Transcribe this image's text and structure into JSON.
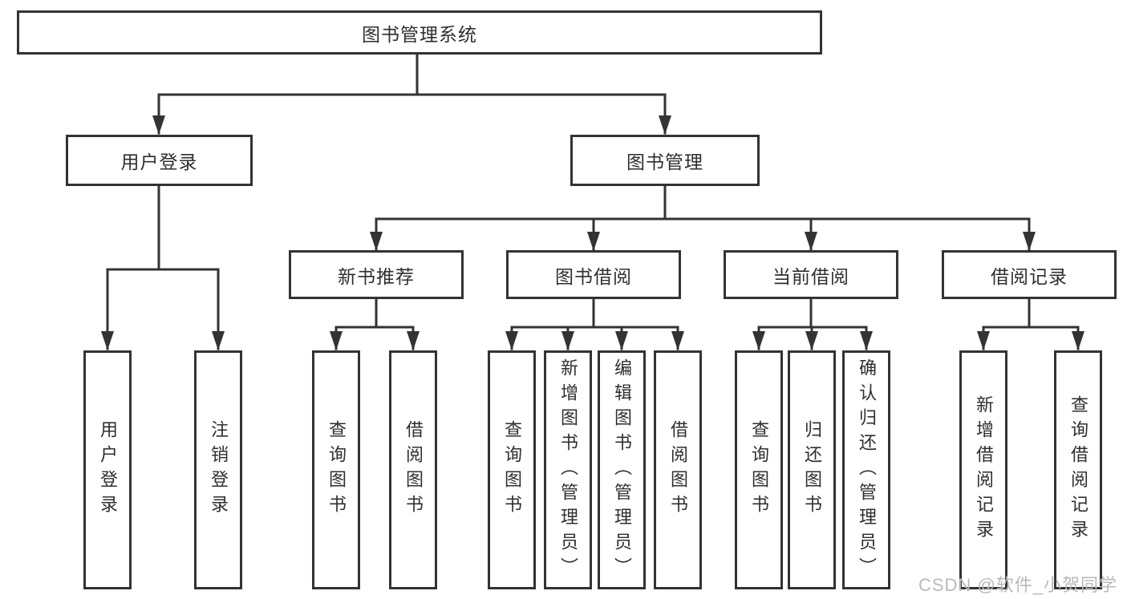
{
  "diagram": {
    "root": {
      "label": "图书管理系统"
    },
    "branches": [
      {
        "label": "用户登录",
        "children": [
          {
            "label": "用户登录"
          },
          {
            "label": "注销登录"
          }
        ]
      },
      {
        "label": "图书管理",
        "children": [
          {
            "label": "新书推荐",
            "children": [
              {
                "label": "查询图书"
              },
              {
                "label": "借阅图书"
              }
            ]
          },
          {
            "label": "图书借阅",
            "children": [
              {
                "label": "查询图书"
              },
              {
                "label": "新增图书（管理员）"
              },
              {
                "label": "编辑图书（管理员）"
              },
              {
                "label": "借阅图书"
              }
            ]
          },
          {
            "label": "当前借阅",
            "children": [
              {
                "label": "查询图书"
              },
              {
                "label": "归还图书"
              },
              {
                "label": "确认归还（管理员）"
              }
            ]
          },
          {
            "label": "借阅记录",
            "children": [
              {
                "label": "新增借阅记录"
              },
              {
                "label": "查询借阅记录"
              }
            ]
          }
        ]
      }
    ]
  },
  "watermark": {
    "text": "CSDN @软件_小贺同学"
  },
  "colors": {
    "line": "#333333",
    "text": "#2f2f2f",
    "watermark": "#b9b9b9",
    "background": "#ffffff"
  }
}
